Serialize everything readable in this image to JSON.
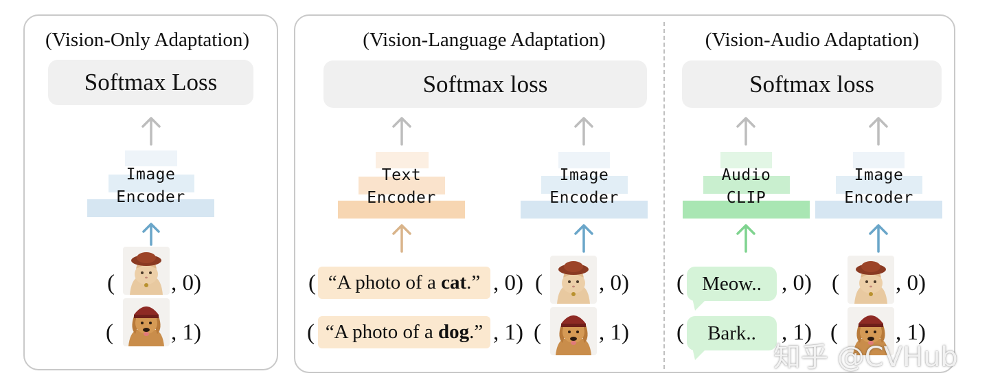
{
  "panels": {
    "vision_only": {
      "title": "(Vision-Only Adaptation)",
      "loss": "Softmax Loss",
      "encoder": "Image\nEncoder",
      "rows": [
        {
          "label": "( ",
          "suffix": ", 0)"
        },
        {
          "label": "( ",
          "suffix": ", 1)"
        }
      ]
    },
    "vision_language": {
      "title": "(Vision-Language Adaptation)",
      "loss": "Softmax loss",
      "text_encoder": "Text\nEncoder",
      "image_encoder": "Image\nEncoder",
      "rows": [
        {
          "open": "(",
          "quote_prefix": "“A photo of a ",
          "quote_bold": "cat",
          "quote_suffix": ".”",
          "close": ", 0)",
          "img_open": "(",
          "img_close": ", 0)"
        },
        {
          "open": "(",
          "quote_prefix": "“A photo of a ",
          "quote_bold": "dog",
          "quote_suffix": ".”",
          "close": ", 1)",
          "img_open": "(",
          "img_close": ", 1)"
        }
      ]
    },
    "vision_audio": {
      "title": "(Vision-Audio Adaptation)",
      "loss": "Softmax loss",
      "audio_encoder": "Audio\nCLIP",
      "image_encoder": "Image\nEncoder",
      "rows": [
        {
          "open": "(",
          "bubble": "Meow..",
          "close": ", 0)",
          "img_open": "(",
          "img_close": ", 0)"
        },
        {
          "open": "(",
          "bubble": "Bark..",
          "close": ", 1)",
          "img_open": "(",
          "img_close": ", 1)"
        }
      ]
    }
  },
  "images": {
    "cat": "cat-with-hat",
    "dog": "dog-with-beanie"
  },
  "colors": {
    "image_encoder": "#d6e6f2",
    "text_encoder": "#f7d6b2",
    "audio_encoder": "#a9e6b3",
    "arrow_gray": "#bdbdbd",
    "arrow_blue": "#6aa6c9",
    "arrow_orange": "#d9b48a",
    "arrow_green": "#7fd38f"
  },
  "watermark": "知乎 @CVHub"
}
